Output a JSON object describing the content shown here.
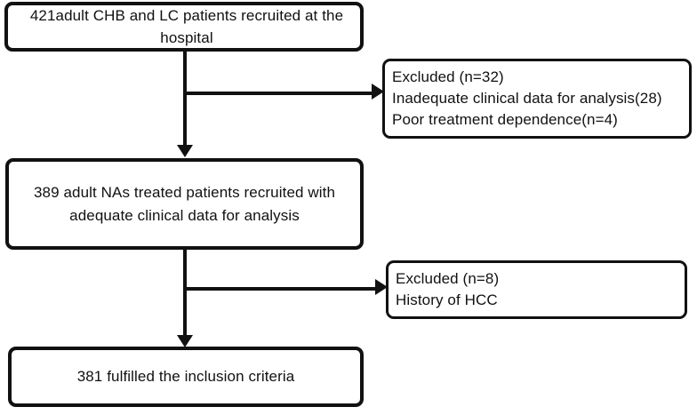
{
  "figure": {
    "type": "flowchart",
    "orientation": "vertical",
    "line_color": "#111111",
    "box_fill": "#ffffff"
  },
  "nodes": {
    "top": {
      "id": "enrollment",
      "text": "421adult CHB and LC patients recruited at the\n hospital"
    },
    "excluded_1": {
      "id": "excluded-stage-1",
      "text": "Excluded (n=32)\n  Inadequate clinical data for analysis(28)\n  Poor  treatment  dependence(n=4)"
    },
    "middle": {
      "id": "analysis-cohort",
      "text": "389 adult NAs treated patients recruited with\nadequate clinical data for analysis"
    },
    "excluded_2": {
      "id": "excluded-stage-2",
      "text": "Excluded (n=8)\nHistory of HCC"
    },
    "bottom": {
      "id": "final-cohort",
      "text": "381 fulfilled the inclusion criteria"
    }
  },
  "counts": {
    "recruited": 421,
    "excluded_stage_1_total": 32,
    "excluded_inadequate_data": 28,
    "excluded_poor_treatment_dependence": 4,
    "after_stage_1": 389,
    "excluded_stage_2_total": 8,
    "excluded_history_of_hcc": 8,
    "final_included": 381
  }
}
